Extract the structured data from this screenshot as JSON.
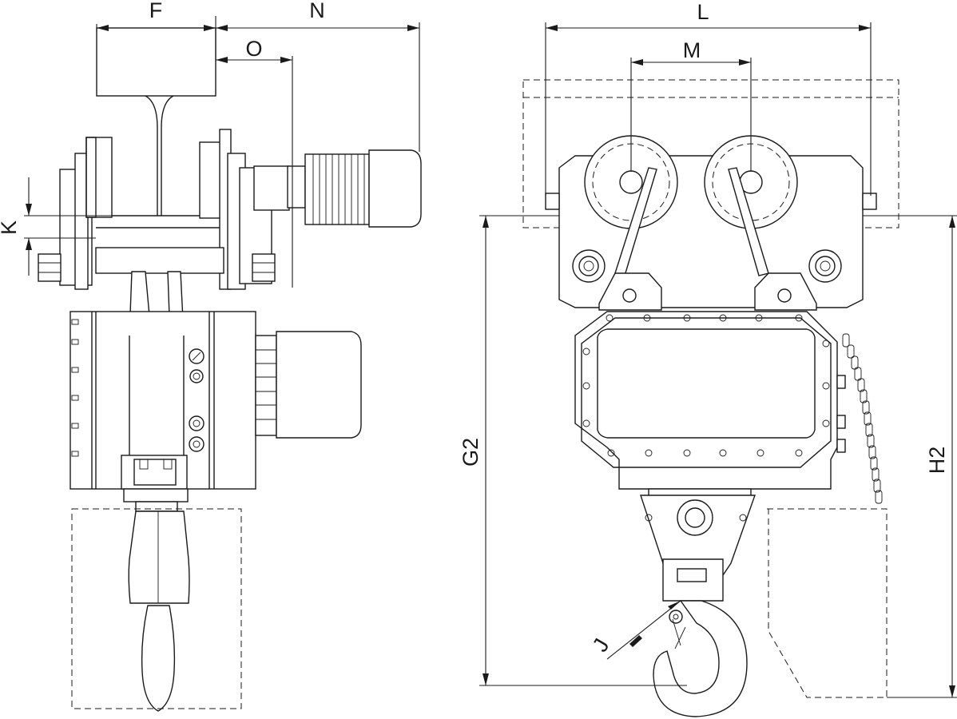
{
  "dimension_labels": {
    "F": "F",
    "N": "N",
    "O": "O",
    "K": "K",
    "L": "L",
    "M": "M",
    "G2": "G2",
    "H2": "H2",
    "J": "J"
  },
  "colors": {
    "line": "#1a1a1a",
    "background": "#ffffff"
  }
}
